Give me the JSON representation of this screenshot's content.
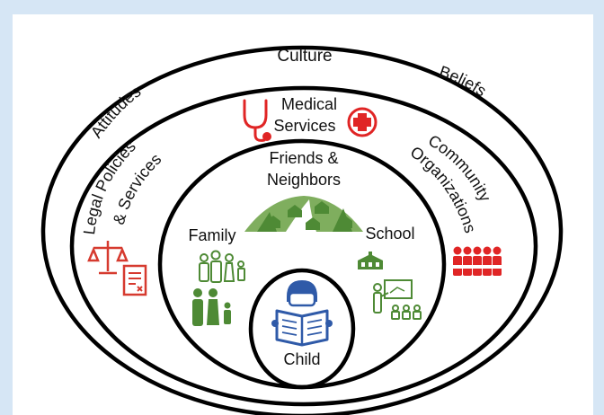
{
  "diagram": {
    "rings": {
      "culture": "Culture",
      "attitudes": "Attitudes",
      "beliefs": "Beliefs"
    },
    "services": {
      "medical_line1": "Medical",
      "medical_line2": "Services",
      "legal_line1": "Legal Policies",
      "legal_line2": "& Services",
      "community_line1": "Community",
      "community_line2": "Organizations"
    },
    "near": {
      "friends_line1": "Friends &",
      "friends_line2": "Neighbors",
      "family": "Family",
      "school": "School"
    },
    "center": {
      "child": "Child"
    }
  },
  "colors": {
    "ring": "#000000",
    "medical_red": "#e02525",
    "legal_red": "#d63a2f",
    "community_red": "#e02525",
    "green": "#4e8a35",
    "green_light": "#7fae5e",
    "child_blue": "#2f5aa8"
  }
}
